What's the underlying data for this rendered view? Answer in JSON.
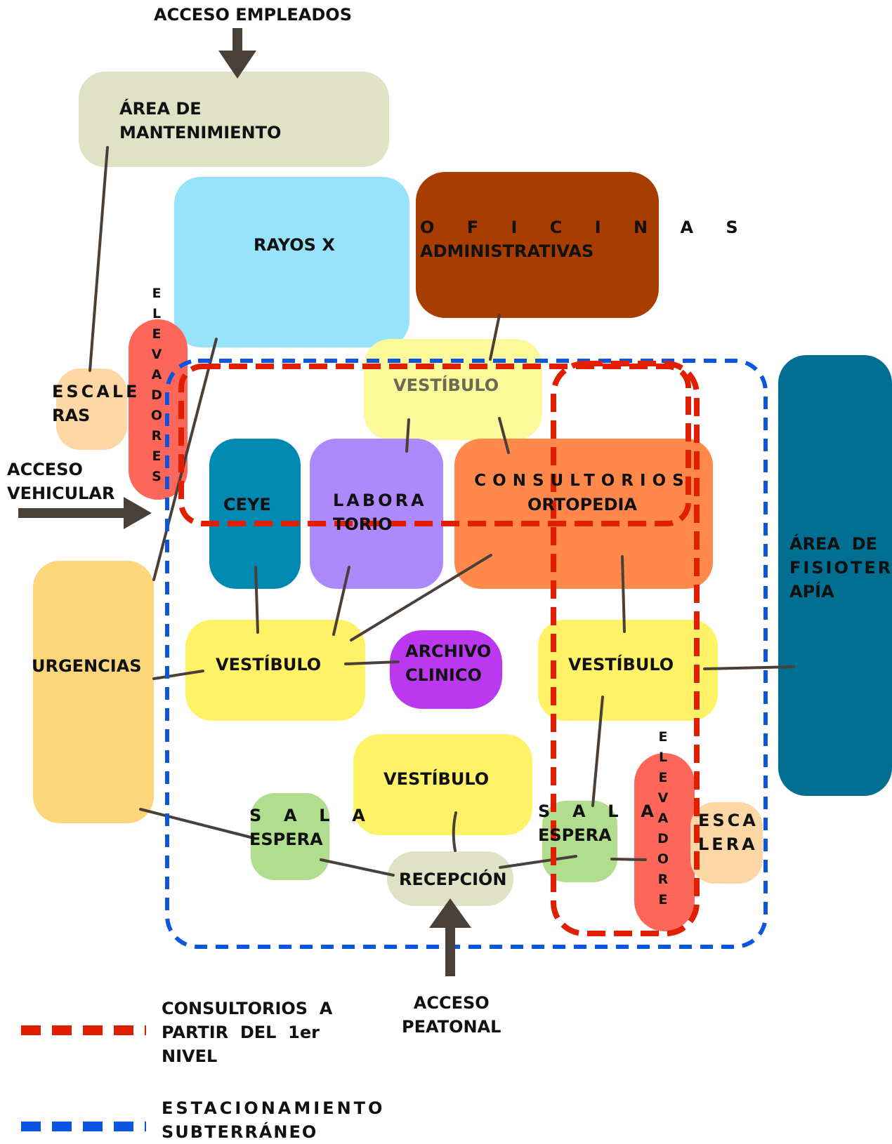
{
  "colors": {
    "mantenimiento": "#E0E2C5",
    "rayos_x": "#97E3FB",
    "oficinas": "#A83D00",
    "vestibulo": "#FFF266",
    "vestibulo_top": "#FCF99A",
    "ceye": "#0089B1",
    "laboratorio": "#AE89FC",
    "consultorios": "#FF884A",
    "archivo": "#BC38F0",
    "urgencias": "#FBD67B",
    "escaleras": "#FDD7A5",
    "elevadores": "#FF665A",
    "sala_espera": "#B0DD8E",
    "recepcion": "#E0E2C5",
    "fisioterapia": "#006F91",
    "red_dash": "#E01E00",
    "blue_dash": "#0B56E0",
    "connector": "#4A403A"
  },
  "accesses": {
    "empleados": "ACCESO EMPLEADOS",
    "vehicular": [
      "ACCESO",
      "VEHICULAR"
    ],
    "peatonal": [
      "ACCESO",
      "PEATONAL"
    ]
  },
  "areas": {
    "mantenimiento": [
      "ÁREA DE",
      "MANTENIMIENTO"
    ],
    "rayos_x": "RAYOS X",
    "oficinas": [
      "O F I C I N A S",
      "ADMINISTRATIVAS"
    ],
    "vestibulo_top": "VESTÍBULO",
    "escaleras_left": [
      "ESCALE",
      "RAS"
    ],
    "elevadores_left": "ELEVADORES",
    "ceye": "CEYE",
    "laboratorio": [
      "LABORA",
      "TORIO"
    ],
    "consultorios": [
      "CONSULTORIOS",
      "ORTOPEDIA"
    ],
    "urgencias": "URGENCIAS",
    "vestibulo_left": "VESTÍBULO",
    "archivo": [
      "ARCHIVO",
      "CLINICO"
    ],
    "vestibulo_right": "VESTÍBULO",
    "fisioterapia": [
      "ÁREA  DE",
      "FISIOTER",
      "APÍA"
    ],
    "vestibulo_bottom": "VESTÍBULO",
    "elevadores_right": "ELEVADORE",
    "sala_espera_left": [
      "S  A  L  A",
      "ESPERA"
    ],
    "sala_espera_right": [
      "S  A  L  A",
      "ESPERA"
    ],
    "escalera_right": [
      "ESCA",
      "LERA"
    ],
    "recepcion": "RECEPCIÓN"
  },
  "legend": {
    "red": [
      "CONSULTORIOS  A",
      "PARTIR  DEL  1er",
      "NIVEL"
    ],
    "blue": [
      "ESTACIONAMIENTO",
      "SUBTERRÁNEO"
    ]
  }
}
